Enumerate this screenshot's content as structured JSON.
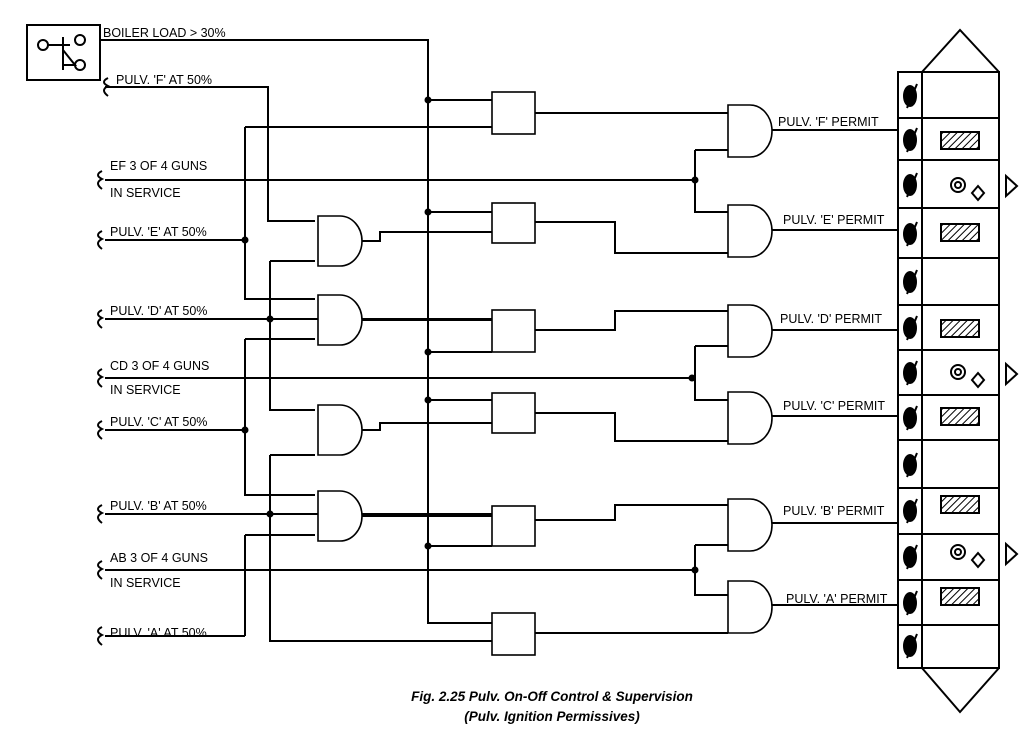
{
  "inputs": {
    "boiler_load": "BOILER LOAD >  30%",
    "pulv_f": "PULV. 'F' AT 50%",
    "ef_guns_1": "EF 3 OF 4 GUNS",
    "ef_guns_2": "IN SERVICE",
    "pulv_e": "PULV. 'E' AT 50%",
    "pulv_d": "PULV. 'D' AT 50%",
    "cd_guns_1": "CD 3 OF 4 GUNS",
    "cd_guns_2": "IN SERVICE",
    "pulv_c": "PULV. 'C' AT 50%",
    "pulv_b": "PULV. 'B' AT 50%",
    "ab_guns_1": "AB 3 OF 4 GUNS",
    "ab_guns_2": "IN SERVICE",
    "pulv_a": "PULV. 'A' AT 50%"
  },
  "outputs": {
    "f_permit": "PULV. 'F' PERMIT",
    "e_permit": "PULV. 'E' PERMIT",
    "d_permit": "PULV. 'D' PERMIT",
    "c_permit": "PULV. 'C' PERMIT",
    "b_permit": "PULV. 'B' PERMIT",
    "a_permit": "PULV. 'A' PERMIT"
  },
  "caption": {
    "line1": "Fig. 2.25 Pulv. On-Off Control & Supervision",
    "line2": "(Pulv. Ignition Permissives)"
  }
}
